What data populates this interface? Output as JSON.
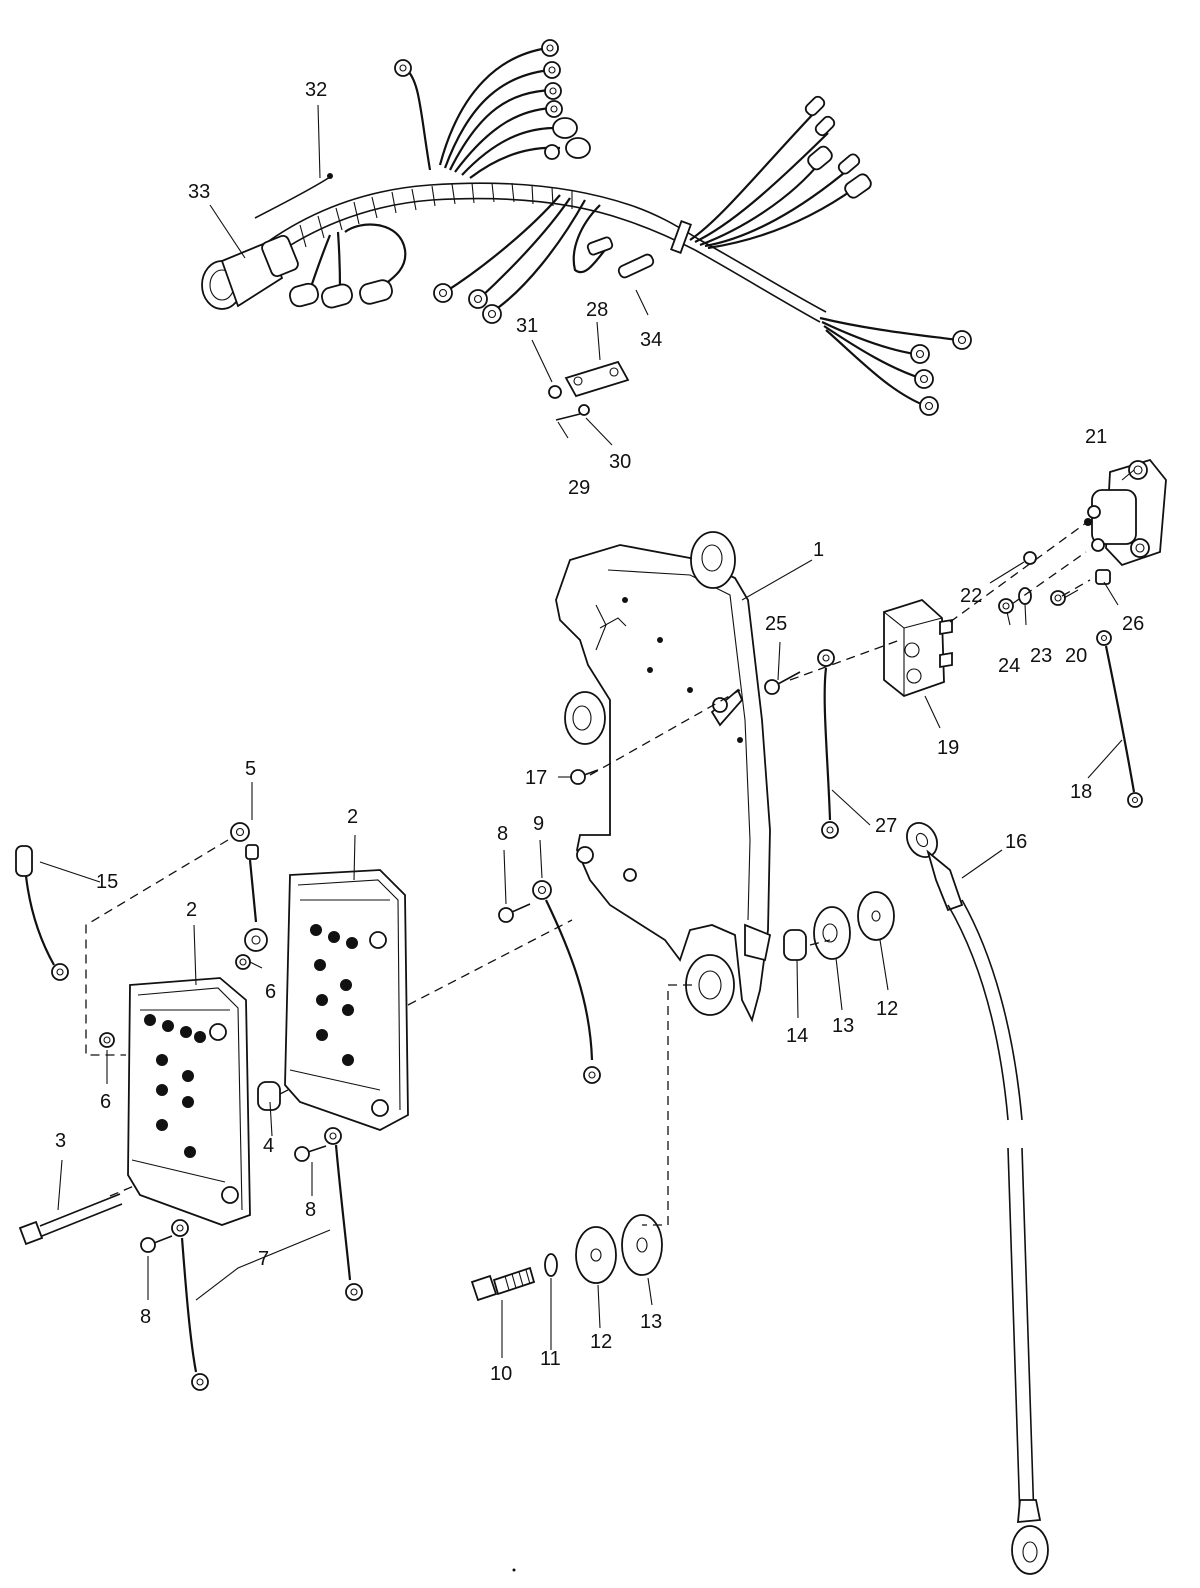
{
  "labels": [
    {
      "id": "1",
      "text": "1"
    },
    {
      "id": "2a",
      "text": "2"
    },
    {
      "id": "2b",
      "text": "2"
    },
    {
      "id": "3",
      "text": "3"
    },
    {
      "id": "4",
      "text": "4"
    },
    {
      "id": "5",
      "text": "5"
    },
    {
      "id": "6a",
      "text": "6"
    },
    {
      "id": "6b",
      "text": "6"
    },
    {
      "id": "7",
      "text": "7"
    },
    {
      "id": "8a",
      "text": "8"
    },
    {
      "id": "8b",
      "text": "8"
    },
    {
      "id": "8c",
      "text": "8"
    },
    {
      "id": "9",
      "text": "9"
    },
    {
      "id": "10",
      "text": "10"
    },
    {
      "id": "11",
      "text": "11"
    },
    {
      "id": "12a",
      "text": "12"
    },
    {
      "id": "12b",
      "text": "12"
    },
    {
      "id": "13a",
      "text": "13"
    },
    {
      "id": "13b",
      "text": "13"
    },
    {
      "id": "14",
      "text": "14"
    },
    {
      "id": "15",
      "text": "15"
    },
    {
      "id": "16",
      "text": "16"
    },
    {
      "id": "17",
      "text": "17"
    },
    {
      "id": "18",
      "text": "18"
    },
    {
      "id": "19",
      "text": "19"
    },
    {
      "id": "20",
      "text": "20"
    },
    {
      "id": "21",
      "text": "21"
    },
    {
      "id": "22",
      "text": "22"
    },
    {
      "id": "23",
      "text": "23"
    },
    {
      "id": "24",
      "text": "24"
    },
    {
      "id": "25",
      "text": "25"
    },
    {
      "id": "26",
      "text": "26"
    },
    {
      "id": "27",
      "text": "27"
    },
    {
      "id": "28",
      "text": "28"
    },
    {
      "id": "29",
      "text": "29"
    },
    {
      "id": "30",
      "text": "30"
    },
    {
      "id": "31",
      "text": "31"
    },
    {
      "id": "32",
      "text": "32"
    },
    {
      "id": "33",
      "text": "33"
    },
    {
      "id": "34",
      "text": "34"
    }
  ]
}
